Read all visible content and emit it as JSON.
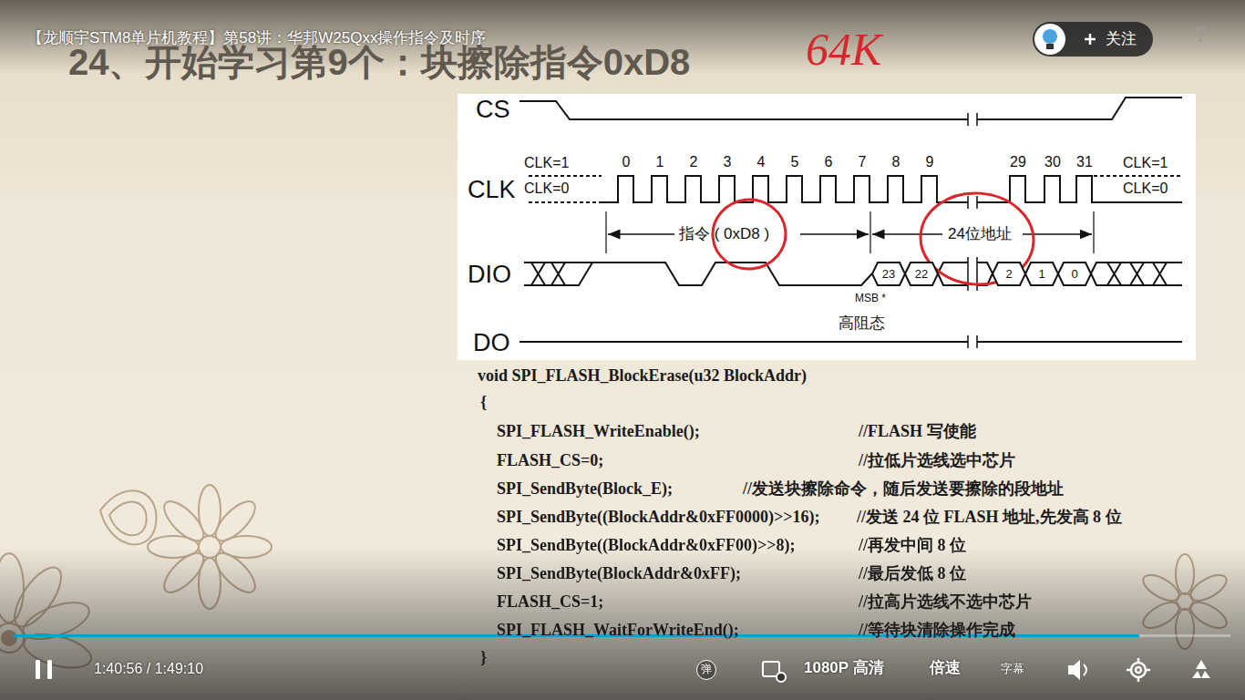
{
  "diagram": {
    "title": "24、开始学习第9个：块擦除指令0xD8",
    "nodes": [
      {
        "text": [
          "关注"
        ]
      },
      {
        "text": [
          "23"
        ]
      },
      {
        "text": [
          "22"
        ]
      },
      {
        "text": [
          "2"
        ]
      },
      {
        "text": [
          "1"
        ]
      },
      {
        "text": [
          "0"
        ]
      },
      {
        "text": [
          "弹"
        ]
      }
    ],
    "labels": [
      "【龙顺宇STM8单片机教程】第58讲：华邦W25Qxx操作指令及时序",
      "64K",
      "CS",
      "CLK",
      "CLK=1",
      "CLK=0",
      "0",
      "1",
      "2",
      "3",
      "4",
      "5",
      "6",
      "7",
      "8",
      "9",
      "29",
      "30",
      "31",
      "CLK=1",
      "CLK=0",
      "指令 ( 0xD8 )",
      "24位地址",
      "DIO",
      "MSB *",
      "高阻态",
      "DO",
      "void SPI_FLASH_BlockErase(u32 BlockAddr)",
      "{",
      "SPI_FLASH_WriteEnable();",
      "//FLASH 写使能",
      "FLASH_CS=0;",
      "//拉低片选线选中芯片",
      "SPI_SendByte(Block_E);",
      "//发送块擦除命令，随后发送要擦除的段地址",
      "SPI_SendByte((BlockAddr&0xFF0000)>>16);",
      "//发送 24 位 FLASH 地址,先发高 8 位",
      "SPI_SendByte((BlockAddr&0xFF00)>>8);",
      "//再发中间 8 位",
      "SPI_SendByte(BlockAddr&0xFF);",
      "//最后发低 8 位",
      "FLASH_CS=1;",
      "//拉高片选线不选中芯片",
      "SPI_FLASH_WaitForWriteEnd();",
      "//等待块清除操作完成",
      "}",
      "1:40:56 / 1:49:10",
      "1080P 高清",
      "倍速",
      "字幕",
      "?"
    ]
  }
}
